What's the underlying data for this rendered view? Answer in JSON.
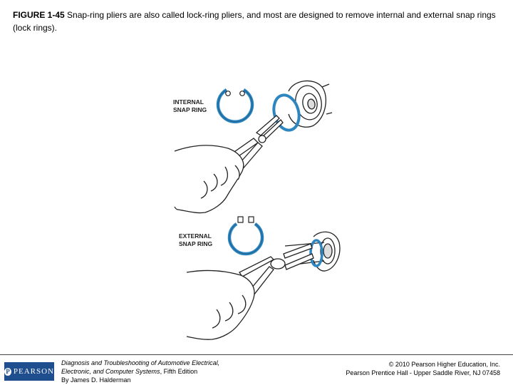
{
  "caption": {
    "figure_number": "FIGURE 1-45",
    "text": " Snap-ring pliers are also called lock-ring pliers, and most are designed to remove internal and external snap rings (lock rings)."
  },
  "illustration": {
    "internal_label_line1": "INTERNAL",
    "internal_label_line2": "SNAP RING",
    "external_label_line1": "EXTERNAL",
    "external_label_line2": "SNAP RING",
    "ring_color": "#2e86c1"
  },
  "footer": {
    "logo_text": "PEARSON",
    "book_title_line1": "Diagnosis and Troubleshooting of Automotive Electrical,",
    "book_title_line2": "Electronic, and Computer Systems",
    "book_edition": ", Fifth Edition",
    "book_author": "By James D. Halderman",
    "copyright_line1": "© 2010 Pearson Higher Education, Inc.",
    "copyright_line2": "Pearson Prentice Hall - Upper Saddle River, NJ 07458"
  }
}
